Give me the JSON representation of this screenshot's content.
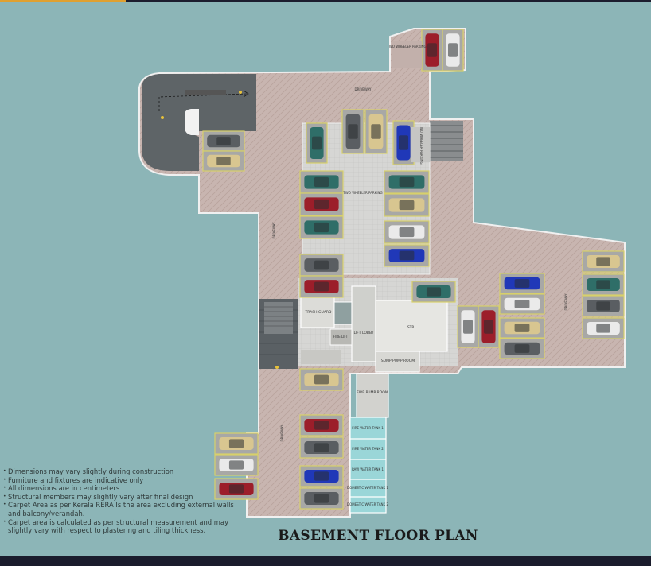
{
  "title": "BASEMENT FLOOR PLAN",
  "notes": [
    "Dimensions may vary slightly during construction",
    "Furniture and fixtures are indicative only",
    "All dimensions are in centimeters",
    "Structural members may slightly vary after final design",
    "Carpet Area as per Kerala RERA Is the area excluding external walls and balcony/verandah.",
    "Carpet area is calculated as per structural measurement and may slightly vary with respect to plastering and tiling thickness."
  ],
  "labels": {
    "driveway_top": "DRIVEWAY",
    "driveway_left": "DRIVEWAY",
    "driveway_right": "DRIVEWAY",
    "driveway_bottom": "DRIVEWAY",
    "two_wheeler_top": "TWO WHEELER PARKING",
    "two_wheeler_mid": "TWO WHEELER PARKING",
    "two_wheeler_side": "TWO WHEELER PARKING",
    "trash_guard": "TRASH GUARD",
    "lift_lobby": "LIFT LOBBY",
    "stp": "STP",
    "sump_pump_room": "SUMP PUMP ROOM",
    "fire_pump_room": "FIRE PUMP ROOM",
    "fire_lift": "FIRE LIFT",
    "fire_tank_1": "FIRE WATER TANK 1",
    "fire_tank_2": "FIRE WATER TANK 2",
    "raw_tank": "RAW WATER TANK 1",
    "domestic_tank": "DOMESTIC WATER TANK 1",
    "domestic_tank_2": "DOMESTIC WATER TANK 2"
  },
  "car_colors": {
    "red": "#9c1e2a",
    "white": "#eaeaea",
    "teal": "#2f6e68",
    "yellow": "#d8c690",
    "blue": "#2038b8",
    "grey": "#5a5e62"
  }
}
